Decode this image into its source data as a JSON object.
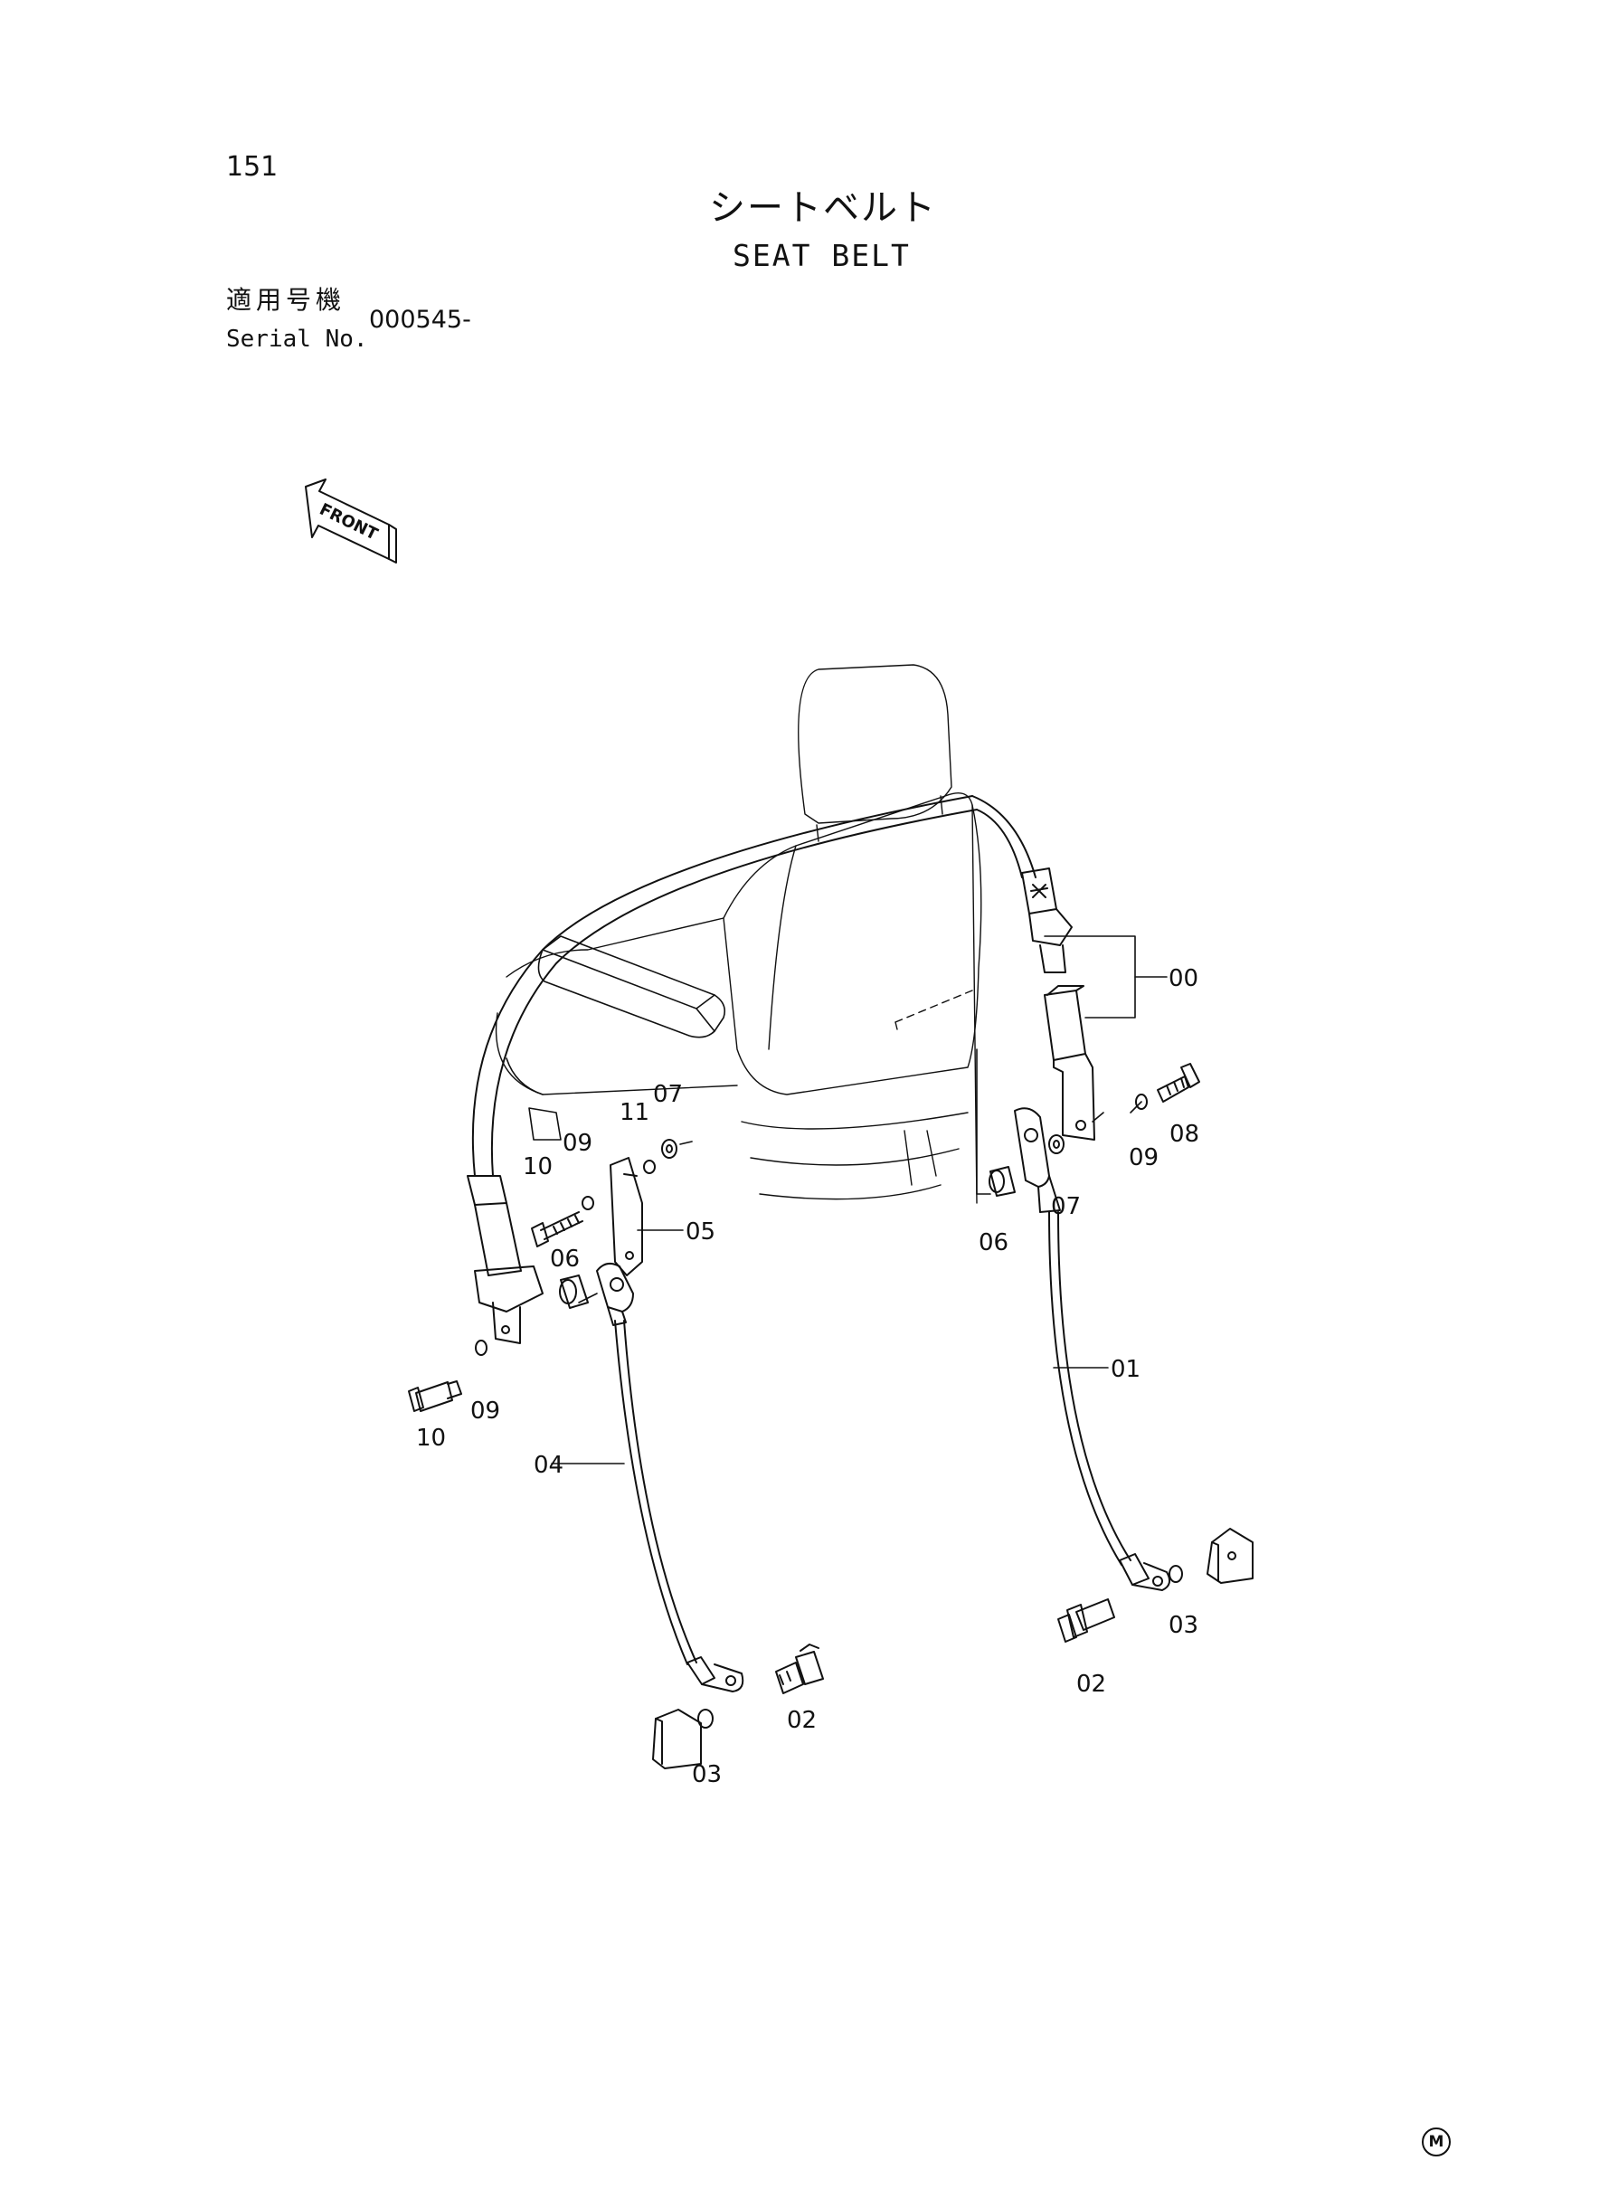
{
  "header": {
    "page_number": "151",
    "title_jp": "シートベルト",
    "title_en": "SEAT BELT",
    "serial_label_jp": "適用号機",
    "serial_label_en": "Serial No.",
    "serial_value": "000545-"
  },
  "orientation": {
    "label": "FRONT"
  },
  "part_labels": [
    {
      "id": "00"
    },
    {
      "id": "01"
    },
    {
      "id": "02"
    },
    {
      "id": "02"
    },
    {
      "id": "03"
    },
    {
      "id": "03"
    },
    {
      "id": "04"
    },
    {
      "id": "05"
    },
    {
      "id": "06"
    },
    {
      "id": "06"
    },
    {
      "id": "07"
    },
    {
      "id": "07"
    },
    {
      "id": "08"
    },
    {
      "id": "09"
    },
    {
      "id": "09"
    },
    {
      "id": "09"
    },
    {
      "id": "10"
    },
    {
      "id": "10"
    },
    {
      "id": "11"
    }
  ],
  "footer": {
    "mark": "M"
  },
  "colors": {
    "ink": "#111111",
    "background": "#ffffff"
  }
}
